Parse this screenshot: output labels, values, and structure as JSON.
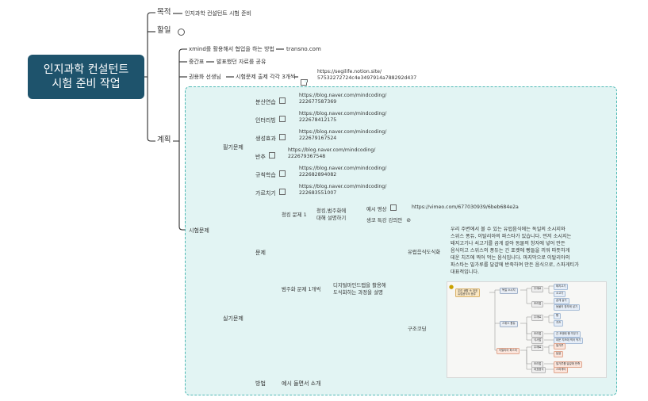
{
  "root": {
    "line1": "인지과학 컨설턴트",
    "line2": "시험 준비 작업"
  },
  "branches": {
    "goal": {
      "label": "목적",
      "child": "인지과학 컨설턴트 시험 준비"
    },
    "todo": {
      "label": "할일"
    },
    "plan": {
      "label": "계획",
      "items": [
        {
          "text": "xmind를 활용해서 협업을 하는 방법",
          "link": "transno.com"
        },
        {
          "text": "중간표",
          "link": "발표했던 자료를 공유"
        },
        {
          "text": "권용화 선생님",
          "mid": "시험문제 출제 각각 3개씩",
          "url1": "https://segilife.notion.site/",
          "url2": "57532272724c4e3497914a788292d437"
        }
      ],
      "exam": {
        "label": "시험문제",
        "written": {
          "label": "필기문제",
          "items": [
            {
              "label": "분산연습",
              "url1": "https://blog.naver.com/mindcoding/",
              "url2": "222677587369"
            },
            {
              "label": "인터리빙",
              "url1": "https://blog.naver.com/mindcoding/",
              "url2": "222678412175"
            },
            {
              "label": "생성효과",
              "url1": "https://blog.naver.com/mindcoding/",
              "url2": "222679167524"
            },
            {
              "label": "반추",
              "url1": "https://blog.naver.com/mindcoding/",
              "url2": "222679367548"
            },
            {
              "label": "규칙학습",
              "url1": "https://blog.naver.com/mindcoding/",
              "url2": "222682894082"
            },
            {
              "label": "가르치기",
              "url1": "https://blog.naver.com/mindcoding/",
              "url2": "222683551007"
            }
          ]
        },
        "practical": {
          "label": "실기문제",
          "problem": {
            "label": "문제",
            "q1": {
              "label": "청킹 문제 1",
              "desc1": "청킹,범주화에",
              "desc2": "대해 설명하기",
              "example": "예시 영상",
              "example_url": "https://vimeo.com/677030939/6beb684e2a",
              "lecture": "생코 특강 강의안"
            },
            "q2": {
              "label": "범주화 문제 1개씩",
              "desc1": "디지털마인드맵을 활용해",
              "desc2": "도식화하는 과정을 설명",
              "food": {
                "label": "유럽음식도식화",
                "lines": [
                  "우리 주변에서 볼 수 있는 유럽음식에는 독일의 소시지와",
                  "스위스 퐁듀, 이탈리아의 파스타가 있습니다. 먼저 소시지는",
                  "돼지고기나 쇠고기를 곱게 갈아 동물의 창자에 넣어 만든",
                  "음식이고 스위스의 퐁듀는 긴 포켓에 빵들을 끼워 따뜻하게",
                  "데운 치즈에 찍어 먹는 음식입니다. 마지막으로 이탈리아의",
                  "파스타는 밀가루를 달걀에 반죽하여 만든 음식으로, 스파게티가",
                  "대표적입니다."
                ]
              },
              "structure": {
                "label": "구조코딩"
              }
            }
          },
          "method": {
            "label": "방법",
            "child": "예시 들면서 소개"
          }
        }
      }
    }
  },
  "thumbnail": {
    "title1": "우리 생활 속 대표",
    "title2": "유럽음식의 종류",
    "nodes": [
      "독일 소시지",
      "주재료",
      "돼지고기",
      "소고기",
      "조리법",
      "곱게 갈기",
      "동물의 창자에 넣기",
      "스위스 퐁듀",
      "주재료",
      "빵",
      "치즈",
      "조리법",
      "긴 포켓에 빵 끼우기",
      "식사법",
      "데운 치즈에 찍어 먹기",
      "이탈리아 파스타",
      "주재료",
      "밀가루",
      "달걀",
      "조리법",
      "밀가루를 달걀에 반죽",
      "대표음식",
      "스파게티"
    ]
  },
  "colors": {
    "root_bg": "#1e536c",
    "group_bg": "#e2f4f3",
    "group_border": "#4fb9b5",
    "line": "#2a2a2a"
  }
}
